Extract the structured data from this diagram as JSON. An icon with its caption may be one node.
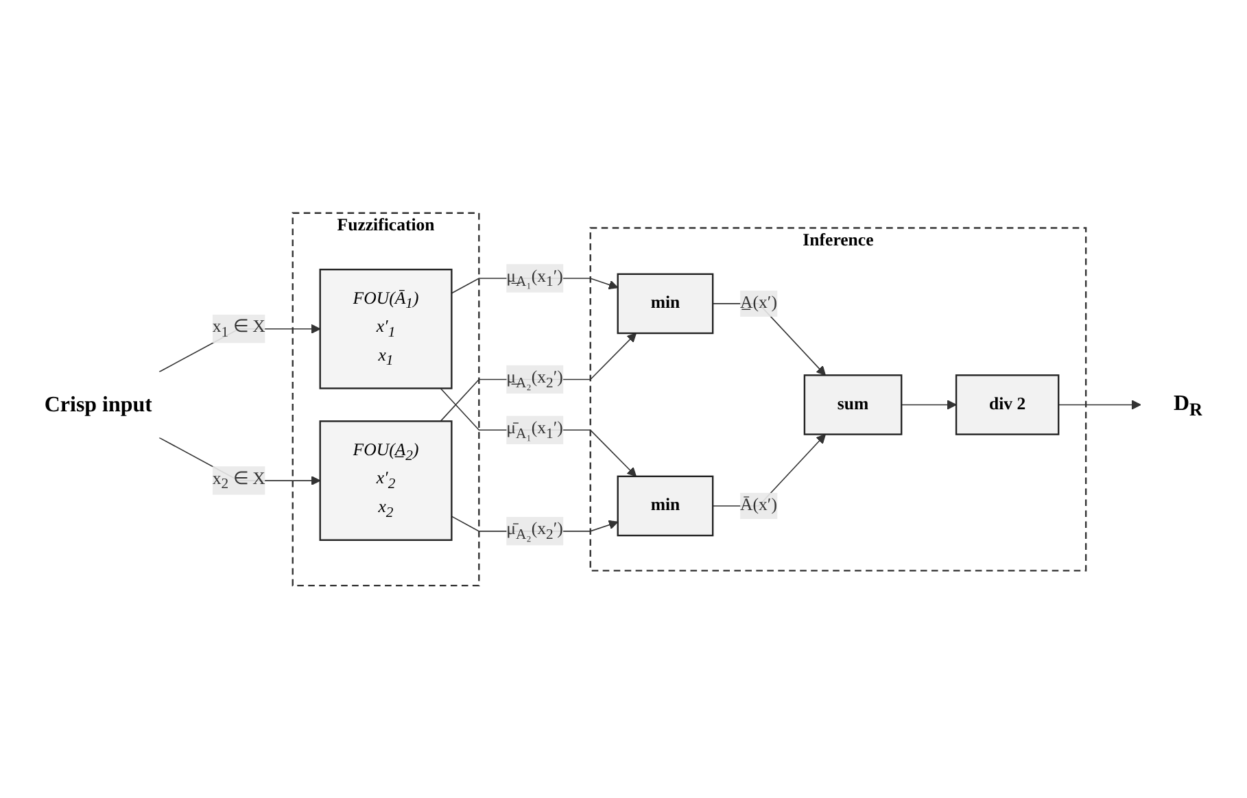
{
  "diagram": {
    "nodes": [
      {
        "text": [
          "Crisp input"
        ]
      },
      {
        "text": [
          "Fuzzification"
        ]
      },
      {
        "text": [
          "FOU(Ā$_{1}$)",
          "x′$_{1}$",
          "x$_{1}$"
        ],
        "in": 1
      },
      {
        "text": [
          "FOU(A̲$_{2}$)",
          "x′$_{2}$",
          "x$_{2}$"
        ],
        "in": 1
      },
      {
        "text": [
          "Inference"
        ]
      },
      {
        "text": [
          "min"
        ],
        "in": 4
      },
      {
        "text": [
          "min"
        ],
        "in": 4
      },
      {
        "text": [
          "sum"
        ],
        "in": 4
      },
      {
        "text": [
          "div 2"
        ],
        "in": 4
      },
      {
        "text": [
          "D$_{R}$"
        ]
      }
    ],
    "edges": [
      {
        "from": 0,
        "to": 2,
        "arrow": "to",
        "label": "x$_{1}$ ∈ X"
      },
      {
        "from": 0,
        "to": 3,
        "arrow": "to",
        "label": "x$_{2}$ ∈ X"
      },
      {
        "from": 2,
        "to": 6,
        "arrow": "to",
        "label": "μ̄$_{A₁}$(x$_{1}$′)"
      },
      {
        "from": 2,
        "to": 5,
        "arrow": "to",
        "label": "μ̲$_{A₁}$(x$_{1}$′)"
      },
      {
        "from": 3,
        "to": 6,
        "arrow": "to",
        "label": "μ̄$_{A₂}$(x$_{2}$′)"
      },
      {
        "from": 3,
        "to": 5,
        "arrow": "to",
        "label": "μ̲$_{A₂}$(x$_{2}$′)"
      },
      {
        "from": 5,
        "to": 7,
        "arrow": "to",
        "label": "A̲(x′)"
      },
      {
        "from": 6,
        "to": 7,
        "arrow": "to",
        "label": "Ā(x′)"
      },
      {
        "from": 7,
        "to": 8,
        "arrow": "to"
      },
      {
        "from": 8,
        "to": 9,
        "arrow": "to"
      }
    ]
  }
}
